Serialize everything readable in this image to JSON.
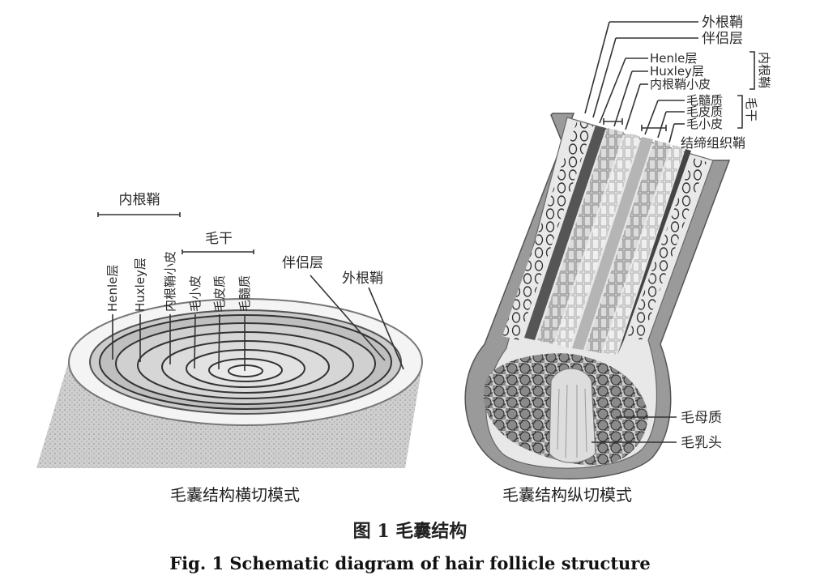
{
  "cross_section": {
    "caption": "毛囊结构横切模式",
    "bracket_inner_root_sheath": "内根鞘",
    "bracket_hair_shaft": "毛干",
    "labels": {
      "henle": "Henle层",
      "huxley": "Huxley层",
      "irs_cuticle": "内根鞘小皮",
      "hair_cuticle": "毛小皮",
      "cortex": "毛皮质",
      "medulla": "毛髓质",
      "companion_layer": "伴侣层",
      "outer_root_sheath": "外根鞘"
    }
  },
  "longitudinal_section": {
    "caption": "毛囊结构纵切模式",
    "labels": {
      "outer_root_sheath": "外根鞘",
      "companion_layer": "伴侣层",
      "henle": "Henle层",
      "huxley": "Huxley层",
      "irs_cuticle": "内根鞘小皮",
      "medulla": "毛髓质",
      "cortex": "毛皮质",
      "hair_cuticle": "毛小皮",
      "connective_tissue_sheath": "结缔组织鞘",
      "hair_matrix": "毛母质",
      "dermal_papilla": "毛乳头"
    },
    "bracket_inner_root_sheath": "内根鞘",
    "bracket_hair_shaft": "毛干"
  },
  "figure": {
    "title_cn": "图 1   毛囊结构",
    "title_en": "Fig. 1    Schematic diagram of hair follicle structure"
  }
}
